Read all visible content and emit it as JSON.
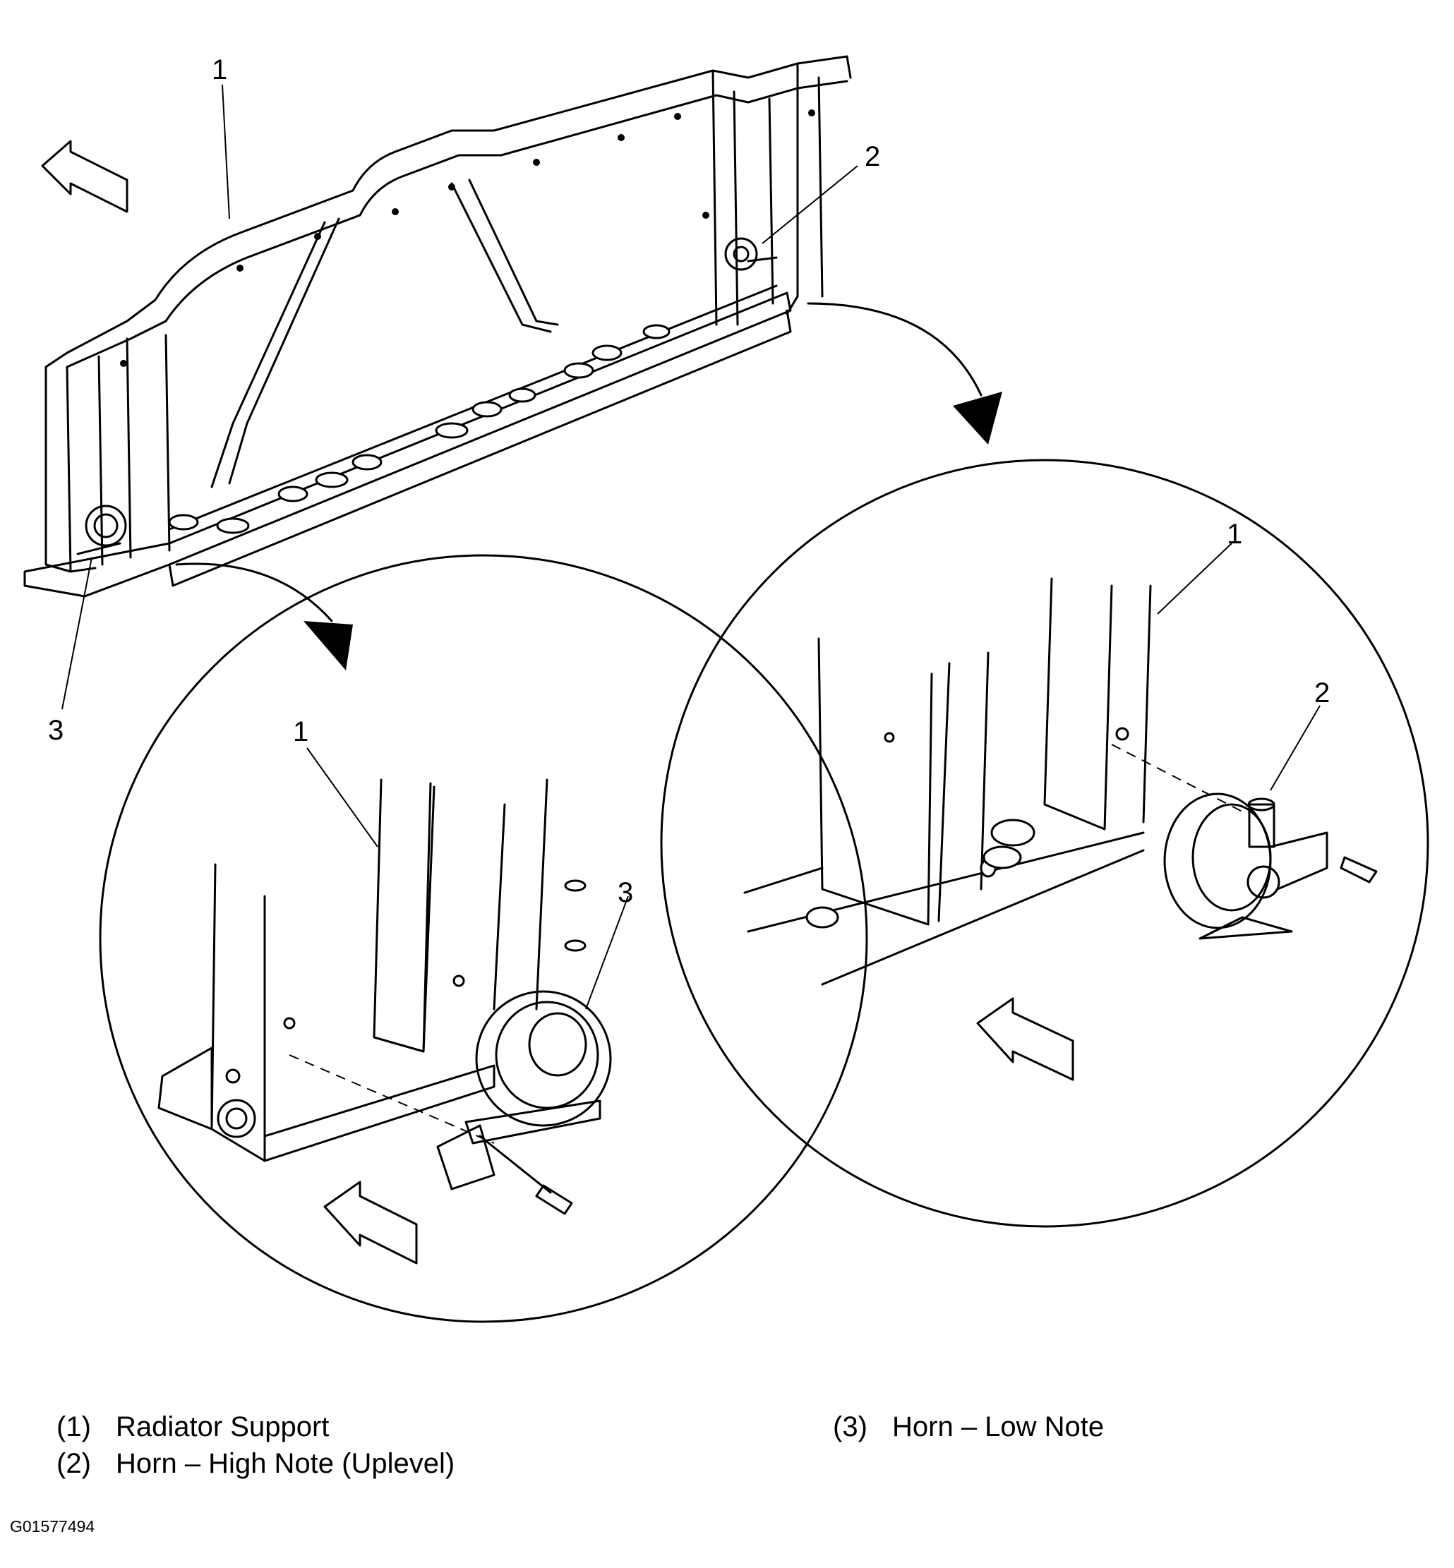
{
  "callouts": {
    "main_radiator_support": "1",
    "main_horn_high": "2",
    "main_horn_low": "3",
    "detail_left_radiator_support": "1",
    "detail_left_horn_low": "3",
    "detail_right_radiator_support": "1",
    "detail_right_horn_high": "2"
  },
  "legend": [
    {
      "num": "(1)",
      "label": "Radiator Support"
    },
    {
      "num": "(2)",
      "label": "Horn – High Note (Uplevel)"
    },
    {
      "num": "(3)",
      "label": "Horn – Low Note"
    }
  ],
  "figure_id": "G01577494"
}
